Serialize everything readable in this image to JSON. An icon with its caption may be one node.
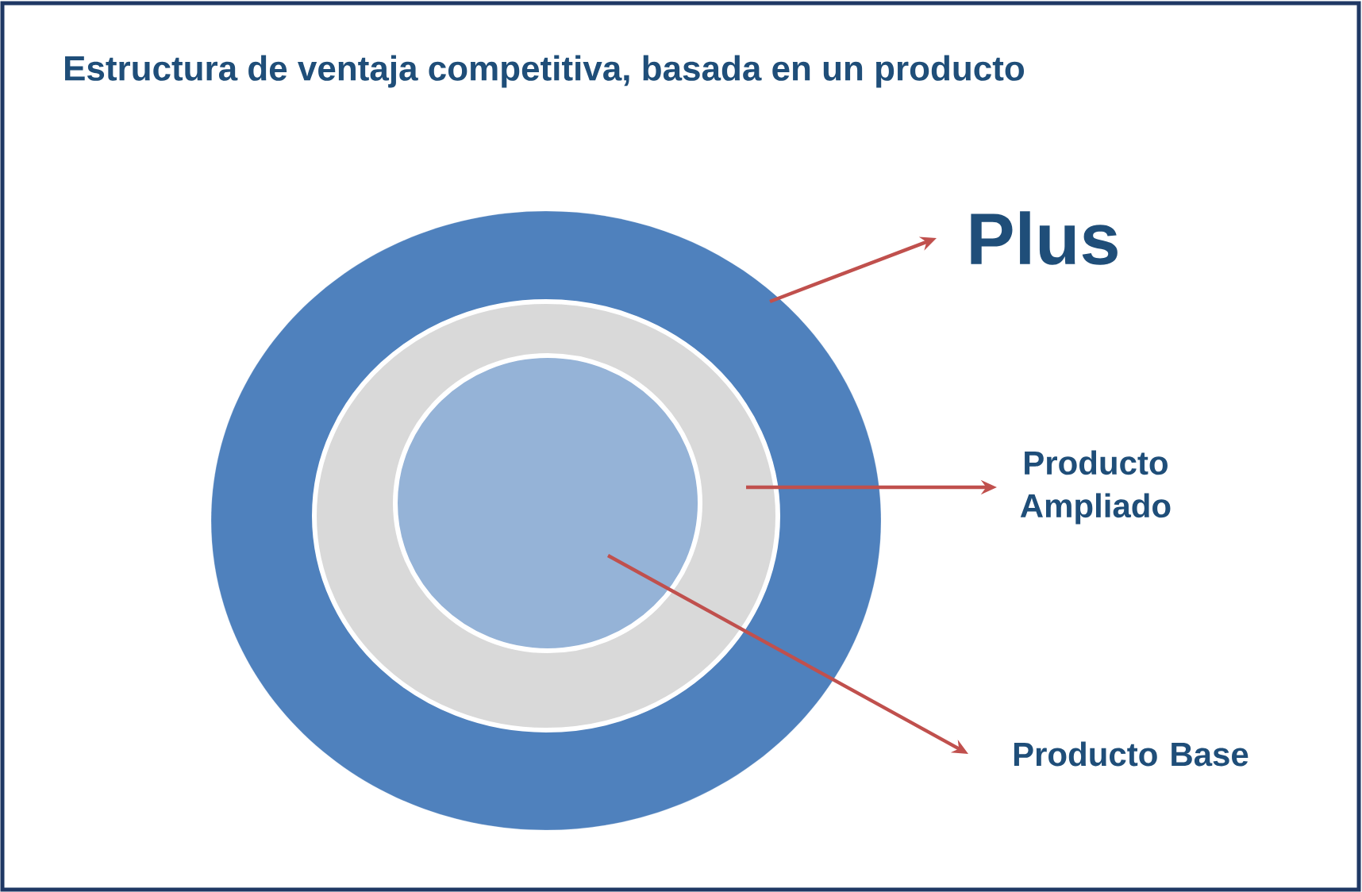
{
  "diagram": {
    "title": "Estructura de ventaja competitiva, basada en un producto",
    "nodes": [
      {
        "text": [],
        "shape": "circle"
      },
      {
        "text": [],
        "shape": "circle",
        "in": 0
      },
      {
        "text": [],
        "shape": "circle",
        "in": 1
      },
      {
        "text": [
          "Plus"
        ]
      },
      {
        "text": [
          "Producto Ampliado"
        ]
      },
      {
        "text": [
          "Producto Base"
        ]
      }
    ],
    "edges": [
      {
        "from": 0,
        "to": 3,
        "arrow": "to"
      },
      {
        "from": 1,
        "to": 4,
        "arrow": "to"
      },
      {
        "from": 2,
        "to": 5,
        "arrow": "to"
      }
    ]
  }
}
